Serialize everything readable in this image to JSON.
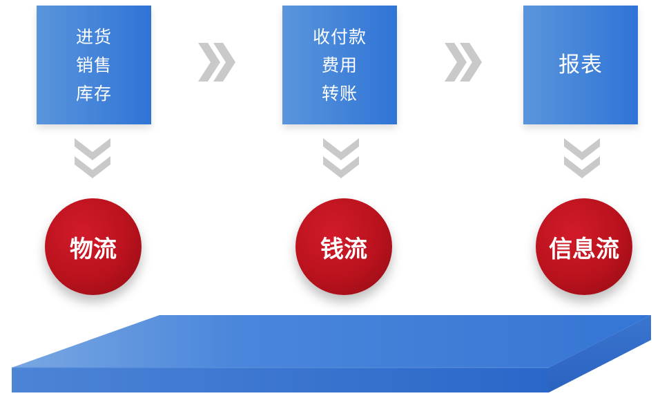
{
  "steps": [
    {
      "lines": [
        "进货",
        "销售",
        "库存"
      ]
    },
    {
      "lines": [
        "收付款",
        "费用",
        "转账"
      ]
    },
    {
      "lines": [
        "报表"
      ]
    }
  ],
  "flows": [
    {
      "label": "物流"
    },
    {
      "label": "钱流"
    },
    {
      "label": "信息流"
    }
  ],
  "colors": {
    "box_blue": "#2f74d6",
    "box_blue_light": "#5a95dc",
    "flow_red": "#b9121d",
    "chevron_gray": "#c9c9c9",
    "platform_blue": "#3a7ad8"
  },
  "icons": {
    "right_arrow": "double-chevron-right-icon",
    "down_arrow": "double-chevron-down-icon"
  }
}
